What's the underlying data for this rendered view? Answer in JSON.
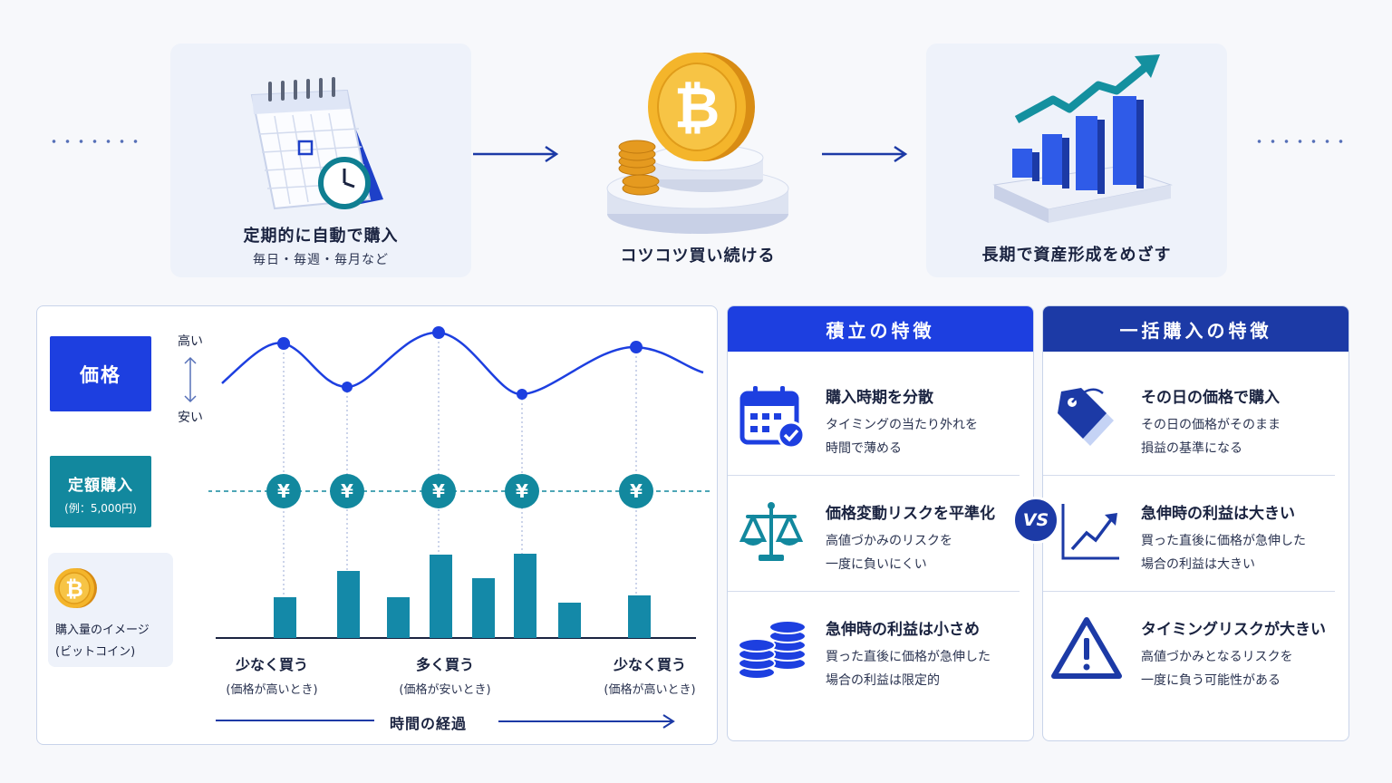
{
  "flow": {
    "step1": {
      "title": "定期的に自動で購入",
      "sub": "毎日・毎週・毎月など"
    },
    "step2": {
      "title": "コツコツ買い続ける"
    },
    "step3": {
      "title": "長期で資産形成をめざす"
    }
  },
  "labels": {
    "price": "価格",
    "high": "高い",
    "low": "安い",
    "fixed_title": "定額購入",
    "fixed_sub": "(例：5,000円)",
    "amount_line1": "購入量のイメージ",
    "amount_line2": "(ビットコイン)",
    "yen": "¥",
    "time": "時間の経過"
  },
  "captions": [
    {
      "main": "少なく買う",
      "sub": "(価格が高いとき)"
    },
    {
      "main": "多く買う",
      "sub": "(価格が安いとき)"
    },
    {
      "main": "少なく買う",
      "sub": "(価格が高いとき)"
    }
  ],
  "chart_data": {
    "type": "bar",
    "purchase_points": [
      "high",
      "low",
      "high",
      "low",
      "high"
    ],
    "bar_values": [
      45,
      74,
      45,
      92,
      66,
      93,
      39,
      47
    ],
    "ylim": [
      0,
      100
    ]
  },
  "compare": {
    "left": {
      "header": "積立の特徴",
      "items": [
        {
          "title": "購入時期を分散",
          "d1": "タイミングの当たり外れを",
          "d2": "時間で薄める",
          "icon": "calendar-check-icon"
        },
        {
          "title": "価格変動リスクを平準化",
          "d1": "高値づかみのリスクを",
          "d2": "一度に負いにくい",
          "icon": "balance-scale-icon"
        },
        {
          "title": "急伸時の利益は小さめ",
          "d1": "買った直後に価格が急伸した",
          "d2": "場合の利益は限定的",
          "icon": "coin-stack-icon"
        }
      ]
    },
    "right": {
      "header": "一括購入の特徴",
      "items": [
        {
          "title": "その日の価格で購入",
          "d1": "その日の価格がそのまま",
          "d2": "損益の基準になる",
          "icon": "price-tag-icon"
        },
        {
          "title": "急伸時の利益は大きい",
          "d1": "買った直後に価格が急伸した",
          "d2": "場合の利益は大きい",
          "icon": "trend-up-icon"
        },
        {
          "title": "タイミングリスクが大きい",
          "d1": "高値づかみとなるリスクを",
          "d2": "一度に負う可能性がある",
          "icon": "warning-icon"
        }
      ]
    },
    "vs": "VS"
  },
  "colors": {
    "blue": "#1d3fe0",
    "navy": "#1c3aa6",
    "teal": "#12889e",
    "gold": "#f2a623"
  }
}
